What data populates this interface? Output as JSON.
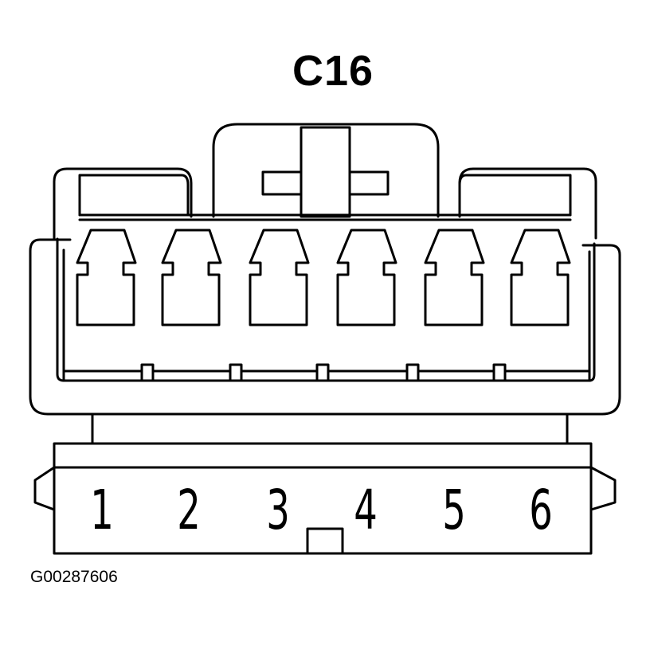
{
  "connector": {
    "title": "C16",
    "figure_code": "G00287606",
    "pins": [
      "1",
      "2",
      "3",
      "4",
      "5",
      "6"
    ]
  },
  "colors": {
    "line": "#000000",
    "background": "#ffffff"
  }
}
